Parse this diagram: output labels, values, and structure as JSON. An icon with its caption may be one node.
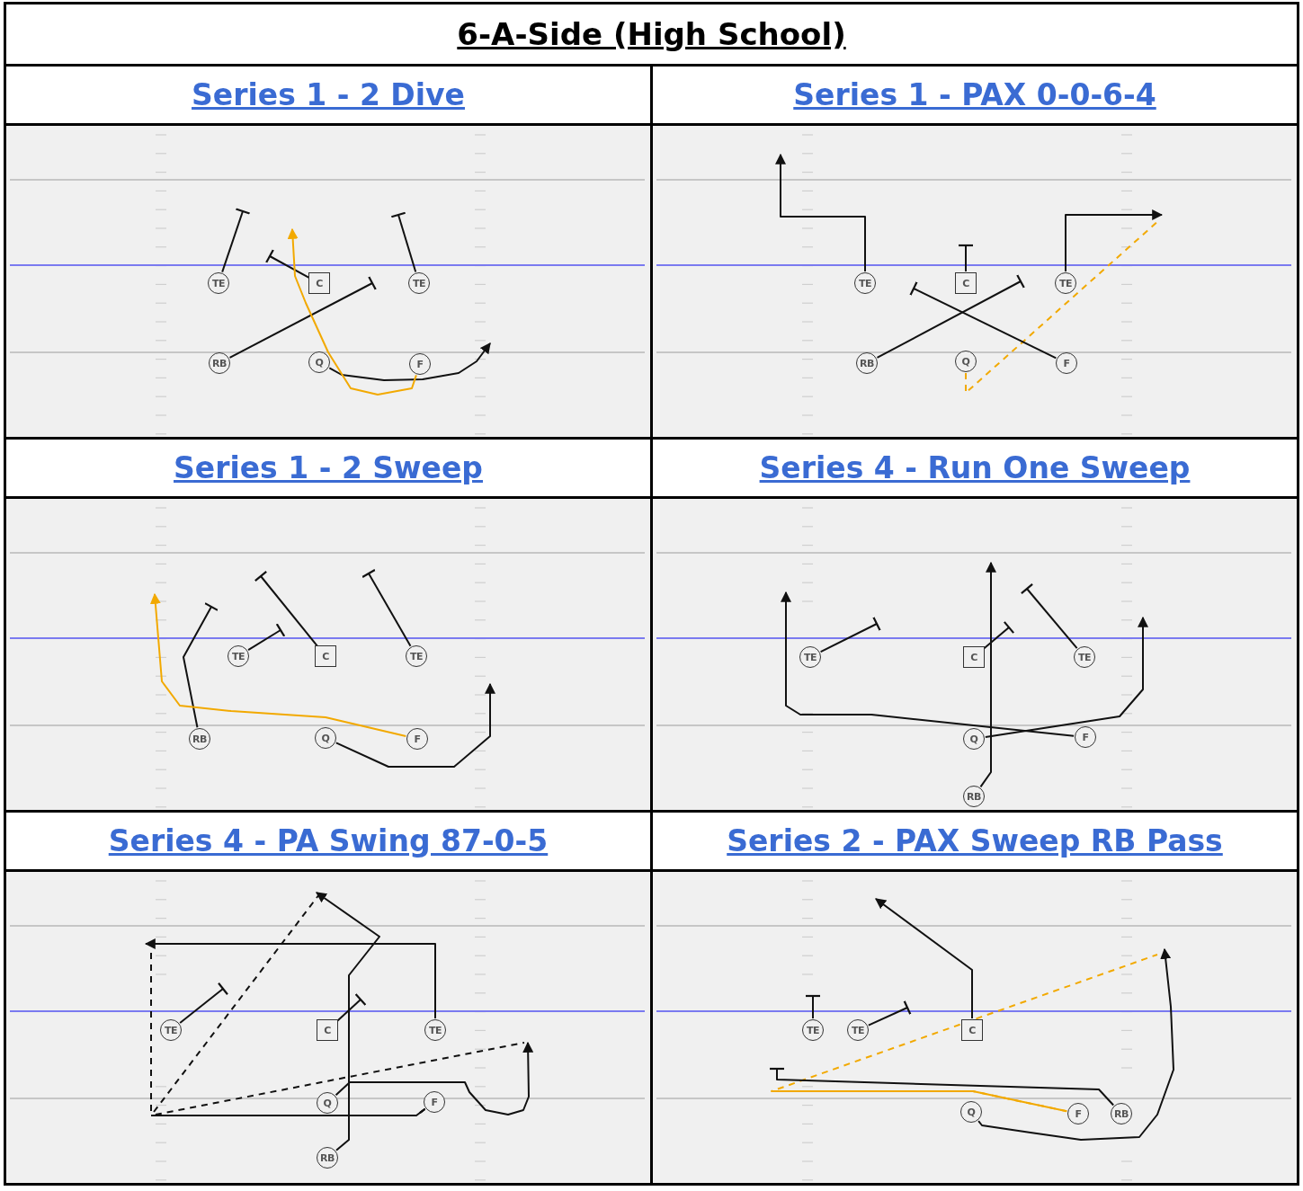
{
  "diagram": {
    "title": "6-A-Side (High School)",
    "nodes": [
      {
        "text": [
          "Series 1 - 2 Dive"
        ]
      },
      {
        "text": [
          "TE"
        ],
        "in": 0
      },
      {
        "text": [
          "C"
        ],
        "in": 0
      },
      {
        "text": [
          "TE"
        ],
        "in": 0
      },
      {
        "text": [
          "RB"
        ],
        "in": 0
      },
      {
        "text": [
          "Q"
        ],
        "in": 0
      },
      {
        "text": [
          "F"
        ],
        "in": 0
      },
      {
        "text": [
          "Series 1 - PAX 0-0-6-4"
        ]
      },
      {
        "text": [
          "TE"
        ],
        "in": 7
      },
      {
        "text": [
          "C"
        ],
        "in": 7
      },
      {
        "text": [
          "TE"
        ],
        "in": 7
      },
      {
        "text": [
          "RB"
        ],
        "in": 7
      },
      {
        "text": [
          "Q"
        ],
        "in": 7
      },
      {
        "text": [
          "F"
        ],
        "in": 7
      },
      {
        "text": [
          "Series 1 - 2 Sweep"
        ]
      },
      {
        "text": [
          "TE"
        ],
        "in": 14
      },
      {
        "text": [
          "C"
        ],
        "in": 14
      },
      {
        "text": [
          "TE"
        ],
        "in": 14
      },
      {
        "text": [
          "RB"
        ],
        "in": 14
      },
      {
        "text": [
          "Q"
        ],
        "in": 14
      },
      {
        "text": [
          "F"
        ],
        "in": 14
      },
      {
        "text": [
          "Series 4 - Run One Sweep"
        ]
      },
      {
        "text": [
          "TE"
        ],
        "in": 21
      },
      {
        "text": [
          "C"
        ],
        "in": 21
      },
      {
        "text": [
          "TE"
        ],
        "in": 21
      },
      {
        "text": [
          "Q"
        ],
        "in": 21
      },
      {
        "text": [
          "F"
        ],
        "in": 21
      },
      {
        "text": [
          "RB"
        ],
        "in": 21
      },
      {
        "text": [
          "Series 4 - PA Swing 87-0-5"
        ]
      },
      {
        "text": [
          "TE"
        ],
        "in": 28
      },
      {
        "text": [
          "C"
        ],
        "in": 28
      },
      {
        "text": [
          "TE"
        ],
        "in": 28
      },
      {
        "text": [
          "Q"
        ],
        "in": 28
      },
      {
        "text": [
          "F"
        ],
        "in": 28
      },
      {
        "text": [
          "RB"
        ],
        "in": 28
      },
      {
        "text": [
          "Series 2 - PAX Sweep RB Pass"
        ]
      },
      {
        "text": [
          "TE"
        ],
        "in": 35
      },
      {
        "text": [
          "TE"
        ],
        "in": 35
      },
      {
        "text": [
          "C"
        ],
        "in": 35
      },
      {
        "text": [
          "Q"
        ],
        "in": 35
      },
      {
        "text": [
          "F"
        ],
        "in": 35
      },
      {
        "text": [
          "RB"
        ],
        "in": 35
      }
    ],
    "edges": [
      {
        "from": 1,
        "to": null,
        "arrow": "other"
      },
      {
        "from": 2,
        "to": null,
        "arrow": "other"
      },
      {
        "from": 3,
        "to": null,
        "arrow": "other"
      },
      {
        "from": 4,
        "to": null,
        "arrow": "other"
      },
      {
        "from": 5,
        "to": null,
        "arrow": "to"
      },
      {
        "from": 6,
        "to": null,
        "arrow": "to",
        "color": "#f2a900"
      },
      {
        "from": 8,
        "to": null,
        "arrow": "to"
      },
      {
        "from": 9,
        "to": null,
        "arrow": "other"
      },
      {
        "from": 10,
        "to": null,
        "arrow": "to"
      },
      {
        "from": 11,
        "to": null,
        "arrow": "other"
      },
      {
        "from": 12,
        "to": null,
        "arrow": "none",
        "style": "dashed",
        "color": "#f2a900"
      },
      {
        "from": 13,
        "to": null,
        "arrow": "other"
      },
      {
        "from": 15,
        "to": null,
        "arrow": "other"
      },
      {
        "from": 16,
        "to": null,
        "arrow": "other"
      },
      {
        "from": 17,
        "to": null,
        "arrow": "other"
      },
      {
        "from": 18,
        "to": null,
        "arrow": "other"
      },
      {
        "from": 19,
        "to": null,
        "arrow": "to"
      },
      {
        "from": 20,
        "to": null,
        "arrow": "to",
        "color": "#f2a900"
      },
      {
        "from": 22,
        "to": null,
        "arrow": "other"
      },
      {
        "from": 23,
        "to": null,
        "arrow": "other"
      },
      {
        "from": 24,
        "to": null,
        "arrow": "other"
      },
      {
        "from": 25,
        "to": null,
        "arrow": "to"
      },
      {
        "from": 26,
        "to": null,
        "arrow": "to"
      },
      {
        "from": 27,
        "to": null,
        "arrow": "to"
      },
      {
        "from": 29,
        "to": null,
        "arrow": "other"
      },
      {
        "from": 30,
        "to": null,
        "arrow": "other"
      },
      {
        "from": 31,
        "to": null,
        "arrow": "to"
      },
      {
        "from": 32,
        "to": null,
        "arrow": "to"
      },
      {
        "from": 33,
        "to": null,
        "arrow": "none"
      },
      {
        "from": 33,
        "to": null,
        "arrow": "none",
        "style": "dashed"
      },
      {
        "from": 33,
        "to": null,
        "arrow": "none",
        "style": "dashed"
      },
      {
        "from": 33,
        "to": null,
        "arrow": "none",
        "style": "dashed"
      },
      {
        "from": 34,
        "to": null,
        "arrow": "to"
      },
      {
        "from": 36,
        "to": null,
        "arrow": "other"
      },
      {
        "from": 37,
        "to": null,
        "arrow": "other"
      },
      {
        "from": 38,
        "to": null,
        "arrow": "to"
      },
      {
        "from": 39,
        "to": null,
        "arrow": "to"
      },
      {
        "from": 40,
        "to": null,
        "arrow": "none",
        "color": "#f2a900"
      },
      {
        "from": 40,
        "to": null,
        "arrow": "none",
        "style": "dashed",
        "color": "#f2a900"
      },
      {
        "from": 41,
        "to": null,
        "arrow": "other"
      }
    ]
  }
}
